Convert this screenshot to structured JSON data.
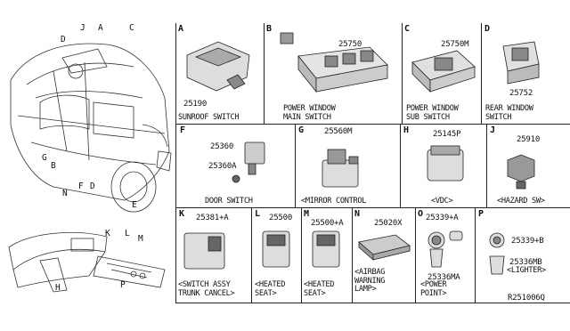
{
  "diagram": {
    "reference_code": "R251006Q",
    "car_view": {
      "callouts": [
        "D",
        "J",
        "A",
        "C",
        "G",
        "B",
        "F",
        "D",
        "E",
        "N",
        "H",
        "K",
        "L",
        "M",
        "P"
      ]
    },
    "panels": [
      {
        "id": "A",
        "parts": [
          "25190"
        ],
        "caption": "SUNROOF SWITCH"
      },
      {
        "id": "B",
        "parts": [
          "25750"
        ],
        "caption": "POWER WINDOW\nMAIN SWITCH"
      },
      {
        "id": "C",
        "parts": [
          "25750M"
        ],
        "caption": "POWER WINDOW\nSUB SWITCH"
      },
      {
        "id": "D",
        "parts": [
          "25752"
        ],
        "caption": "REAR WINDOW\nSWITCH"
      },
      {
        "id": "F",
        "parts": [
          "25360",
          "25360A"
        ],
        "caption": "DOOR SWITCH"
      },
      {
        "id": "G",
        "parts": [
          "25560M"
        ],
        "caption": "<MIRROR CONTROL"
      },
      {
        "id": "H",
        "parts": [
          "25145P"
        ],
        "caption": "<VDC>"
      },
      {
        "id": "J",
        "parts": [
          "25910"
        ],
        "caption": "<HAZARD SW>"
      },
      {
        "id": "K",
        "parts": [
          "25381+A"
        ],
        "caption": "<SWITCH ASSY\nTRUNK CANCEL>"
      },
      {
        "id": "L",
        "parts": [
          "25500"
        ],
        "caption": "<HEATED\nSEAT>"
      },
      {
        "id": "M",
        "parts": [
          "25500+A"
        ],
        "caption": "<HEATED\nSEAT>"
      },
      {
        "id": "N",
        "parts": [
          "25020X"
        ],
        "caption": "<AIRBAG\nWARNING\nLAMP>"
      },
      {
        "id": "O",
        "parts": [
          "25339+A",
          "25336MA"
        ],
        "caption": "<POWER\nPOINT>"
      },
      {
        "id": "P",
        "parts": [
          "25339+B",
          "25336MB"
        ],
        "caption": "<LIGHTER>"
      }
    ]
  }
}
